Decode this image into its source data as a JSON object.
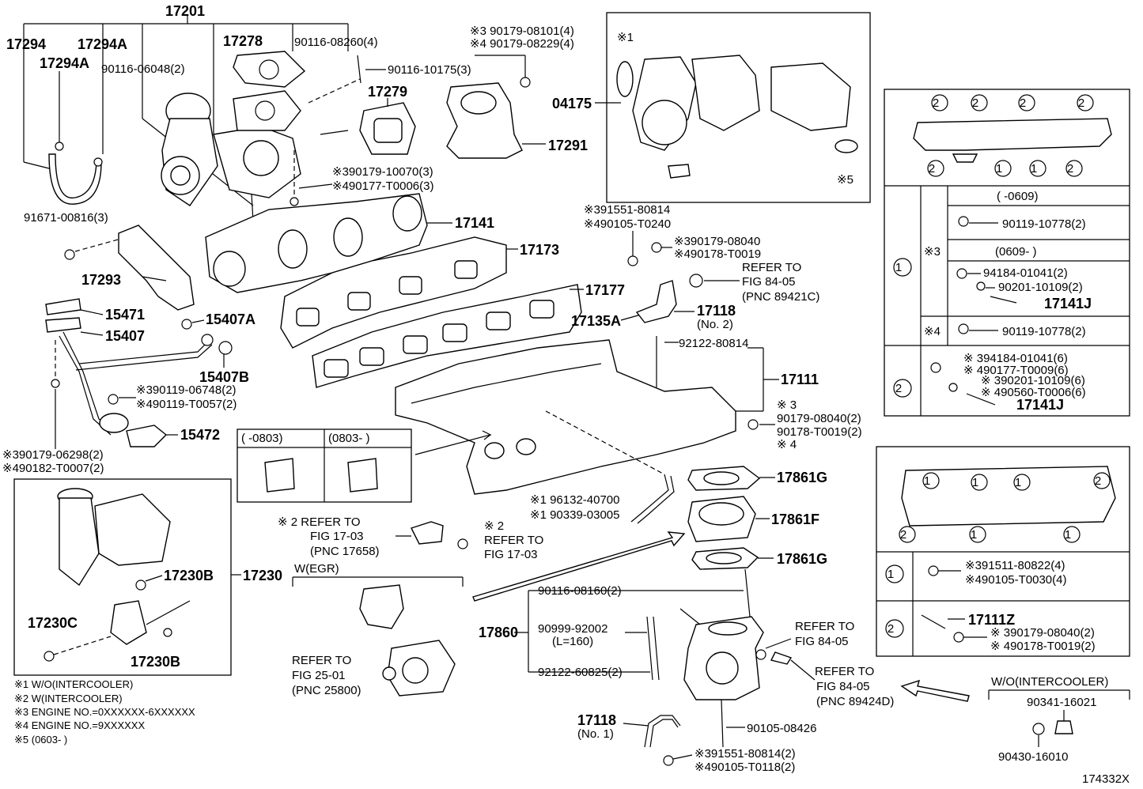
{
  "figure_id": "174332X",
  "labels": {
    "p17201": "17201",
    "p17294": "17294",
    "p17294A_1": "17294A",
    "p17294A_2": "17294A",
    "p17278": "17278",
    "p90116_08260": "90116-08260(4)",
    "p90116_06048": "90116-06048(2)",
    "p90116_10175": "90116-10175(3)",
    "p17279": "17279",
    "p17291": "17291",
    "p3_90179_08101": "※3 90179-08101(4)",
    "p4_90179_08229": "※4 90179-08229(4)",
    "p04175": "04175",
    "n1_top": "※1",
    "n5_top": "※5",
    "p3_90179_10070": "※390179-10070(3)",
    "p4_90177_T0006": "※490177-T0006(3)",
    "p91671_00816": "91671-00816(3)",
    "p17141": "17141",
    "p17173": "17173",
    "p17177": "17177",
    "p17293": "17293",
    "p15471": "15471",
    "p15407": "15407",
    "p15407A": "15407A",
    "p15407B": "15407B",
    "p3_90119_06748": "※390119-06748(2)",
    "p4_90119_T0057": "※490119-T0057(2)",
    "p15472": "15472",
    "p3_90179_06298": "※390179-06298(2)",
    "p4_90182_T0007": "※490182-T0007(2)",
    "p3_91551_80814": "※391551-80814",
    "p4_90105_T0240": "※490105-T0240",
    "p3_90179_08040": "※390179-08040",
    "p4_90178_T0019": "※490178-T0019",
    "refer_to_1": "REFER TO",
    "fig_84_05_1": "FIG 84-05",
    "pnc_89421C": "(PNC 89421C)",
    "p17118_no2": "17118",
    "no2": "(No. 2)",
    "p17135A": "17135A",
    "p92122_80814": "92122-80814",
    "p17111": "17111",
    "n3_mid": "※ 3",
    "p90179_08040_2": "90179-08040(2)",
    "p90178_T0019_2": "90178-T0019(2)",
    "n4_mid": "※ 4",
    "p17861G_1": "17861G",
    "p17861F": "17861F",
    "p17861G_2": "17861G",
    "p1_96132_40700": "※1 96132-40700",
    "p1_90339_03005": "※1 90339-03005",
    "n2_refer_a": "※ 2 REFER TO",
    "fig_17_03_a": "FIG 17-03",
    "pnc_17658": "(PNC 17658)",
    "n2_refer_b": "※ 2",
    "refer_to_b": "REFER TO",
    "fig_17_03_b": "FIG 17-03",
    "inset_col1": "(      -0803)",
    "inset_col2": "(0803-      )",
    "p17230B_1": "17230B",
    "p17230": "17230",
    "p17230C": "17230C",
    "p17230B_2": "17230B",
    "w_egr": "W(EGR)",
    "refer_to_2501": "REFER TO",
    "fig_25_01": "FIG 25-01",
    "pnc_25800": "(PNC 25800)",
    "p90116_08160": "90116-08160(2)",
    "p17860": "17860",
    "p90999_92002": "90999-92002",
    "l160": "(L=160)",
    "p92122_60825": "92122-60825(2)",
    "refer_to_8405a": "REFER TO",
    "fig_84_05_a": "FIG 84-05",
    "refer_to_8405b": "REFER TO",
    "fig_84_05_b": "FIG 84-05",
    "pnc_89424D": "(PNC 89424D)",
    "p17118_no1": "17118",
    "no1": "(No. 1)",
    "p90105_08426": "90105-08426",
    "p3_91551_80814_2": "※391551-80814(2)",
    "p4_90105_T0118": "※490105-T0118(2)",
    "wo_intercooler_hdr": "W/O(INTERCOOLER)",
    "p90341_16021": "90341-16021",
    "p90430_16010": "90430-16010"
  },
  "notes": [
    "※1 W/O(INTERCOOLER)",
    "※2 W(INTERCOOLER)",
    "※3 ENGINE NO.=0XXXXXX-6XXXXXX",
    "※4 ENGINE NO.=9XXXXXX",
    "※5 (0603-      )"
  ],
  "table_a": {
    "top_circles": [
      "2",
      "2",
      "2",
      "2"
    ],
    "bottom_circles": [
      "2",
      "1",
      "1",
      "2"
    ],
    "row1_key": "1",
    "row1_note3": "※3",
    "row1_period1": "(      -0609)",
    "row1_p1": "90119-10778(2)",
    "row1_period2": "(0609-      )",
    "row1_p2": "94184-01041(2)",
    "row1_p3": "90201-10109(2)",
    "row1_p4": "17141J",
    "row1_note4": "※4",
    "row1_p5": "90119-10778(2)",
    "row2_key": "2",
    "row2_l1": "※ 394184-01041(6)",
    "row2_l2": "※ 490177-T0009(6)",
    "row2_l3": "※ 390201-10109(6)",
    "row2_l4": "※ 490560-T0006(6)",
    "row2_l5": "17141J"
  },
  "table_b": {
    "circles": [
      "1",
      "1",
      "1",
      "2",
      "2",
      "1",
      "1"
    ],
    "row1_key": "1",
    "row1_l1": "※391511-80822(4)",
    "row1_l2": "※490105-T0030(4)",
    "row2_key": "2",
    "row2_l0": "17111Z",
    "row2_l1": "※ 390179-08040(2)",
    "row2_l2": "※ 490178-T0019(2)"
  }
}
